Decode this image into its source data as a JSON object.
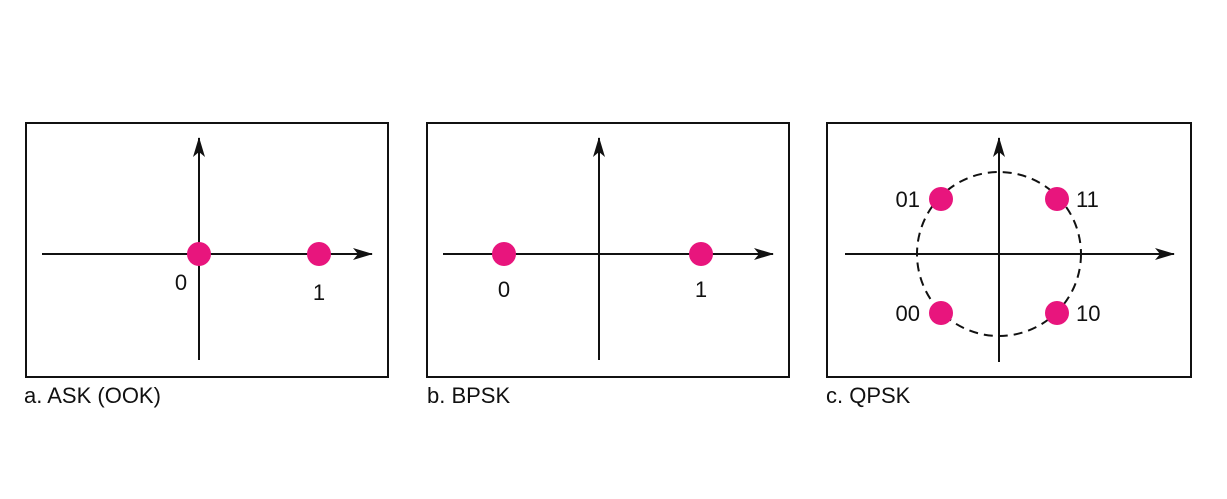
{
  "colors": {
    "point": "#e8157d",
    "stroke": "#111111",
    "background": "#ffffff"
  },
  "panels": [
    {
      "caption": "a. ASK (OOK)",
      "points": [
        {
          "label": "0"
        },
        {
          "label": "1"
        }
      ]
    },
    {
      "caption": "b. BPSK",
      "points": [
        {
          "label": "0"
        },
        {
          "label": "1"
        }
      ]
    },
    {
      "caption": "c. QPSK",
      "points": [
        {
          "label": "01"
        },
        {
          "label": "11"
        },
        {
          "label": "00"
        },
        {
          "label": "10"
        }
      ]
    }
  ]
}
